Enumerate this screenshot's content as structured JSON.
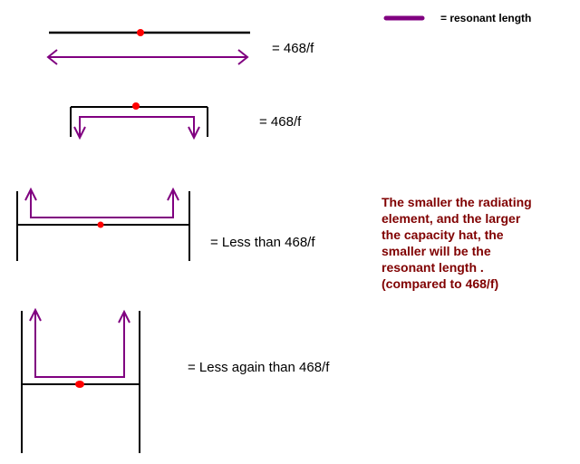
{
  "legend": {
    "label": "= resonant length",
    "line_color": "#800080"
  },
  "colors": {
    "element": "#000000",
    "resonant": "#800080",
    "feedpoint": "#ff0000",
    "note": "#800000"
  },
  "diagrams": [
    {
      "label": "= 468/f"
    },
    {
      "label": "= 468/f"
    },
    {
      "label": "= Less than 468/f"
    },
    {
      "label": "= Less again than 468/f"
    }
  ],
  "note": {
    "lines": [
      "The smaller the radiating",
      "element, and the larger",
      "the capacity hat, the",
      "smaller will be the",
      "resonant length .",
      "(compared to 468/f)"
    ]
  }
}
